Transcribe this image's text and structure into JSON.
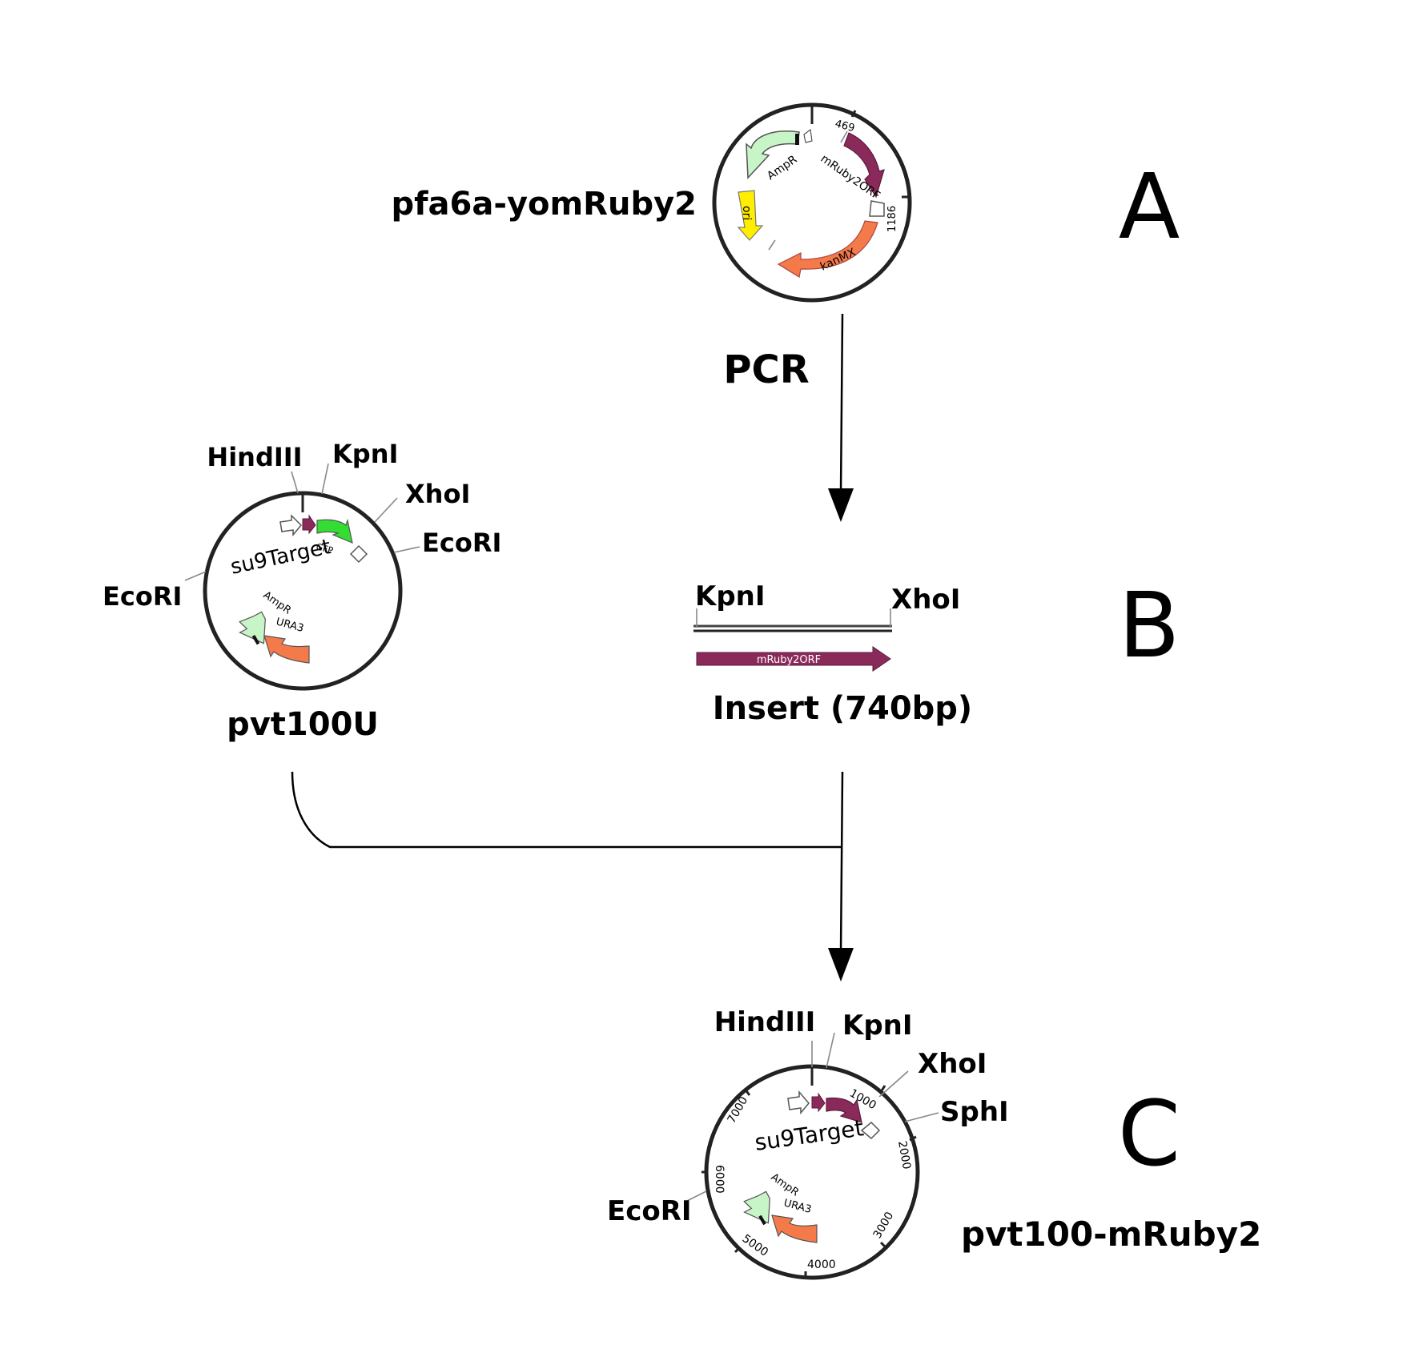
{
  "panels": {
    "a": "A",
    "b": "B",
    "c": "C"
  },
  "plasmid_a": {
    "name": "pfa6a-yomRuby2",
    "ticks": [
      "469",
      "1186"
    ],
    "features": {
      "ampr": "AmpR",
      "mruby": "mRuby2ORF",
      "ori": "ori",
      "kanmx": "kanMX"
    }
  },
  "step_pcr": "PCR",
  "plasmid_b": {
    "name": "pvt100U",
    "sites": {
      "hindiii": "HindIII",
      "kpni": "KpnI",
      "xhoi": "XhoI",
      "ecori_right": "EcoRI",
      "ecori_left": "EcoRI"
    },
    "features": {
      "gfp": "GFP",
      "su9": "su9Target",
      "ampr": "AmpR",
      "ura3": "URA3"
    }
  },
  "insert": {
    "left_site": "KpnI",
    "right_site": "XhoI",
    "feature": "mRuby2ORF",
    "label": "Insert (740bp)"
  },
  "plasmid_c": {
    "name": "pvt100-mRuby2",
    "sites": {
      "hindiii": "HindIII",
      "kpni": "KpnI",
      "xhoi": "XhoI",
      "sphi": "SphI",
      "ecori": "EcoRI"
    },
    "features": {
      "su9": "su9Target",
      "ampr": "AmpR",
      "ura3": "URA3"
    },
    "ticks": [
      "1000",
      "2000",
      "3000",
      "4000",
      "5000",
      "6000",
      "7000"
    ]
  },
  "colors": {
    "ampr": "#c8f5c8",
    "mruby": "#8a2a5a",
    "ori": "#ffee00",
    "kanmx": "#f47a4a",
    "gfp": "#33dd33",
    "ura3": "#f47a4a"
  }
}
